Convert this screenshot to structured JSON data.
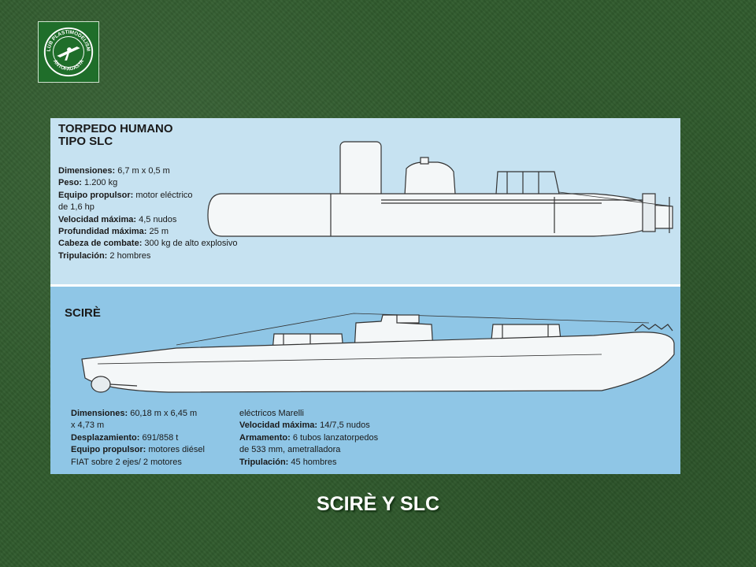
{
  "logo": {
    "ring_text_top": "CLUB PLASTIMODELISMO",
    "ring_text_bottom": "ANTOFAGASTA"
  },
  "slc": {
    "title_line1": "TORPEDO HUMANO",
    "title_line2": "TIPO SLC",
    "specs": [
      {
        "k": "Dimensiones:",
        "v": " 6,7 m x 0,5 m"
      },
      {
        "k": "Peso:",
        "v": " 1.200 kg"
      },
      {
        "k": "Equipo propulsor:",
        "v": " motor eléctrico"
      },
      {
        "k": "",
        "v": "de 1,6 hp"
      },
      {
        "k": "Velocidad máxima:",
        "v": " 4,5 nudos"
      },
      {
        "k": "Profundidad máxima:",
        "v": " 25 m"
      },
      {
        "k": "Cabeza de combate:",
        "v": " 300 kg de alto explosivo"
      },
      {
        "k": "Tripulación:",
        "v": " 2 hombres"
      }
    ]
  },
  "scire": {
    "title": "SCIRÈ",
    "specs_left": [
      {
        "k": "Dimensiones:",
        "v": " 60,18 m x 6,45 m"
      },
      {
        "k": "",
        "v": "x 4,73 m"
      },
      {
        "k": "Desplazamiento:",
        "v": " 691/858 t"
      },
      {
        "k": "Equipo propulsor:",
        "v": " motores diésel"
      },
      {
        "k": "",
        "v": "FIAT sobre 2 ejes/ 2 motores"
      }
    ],
    "specs_right": [
      {
        "k": "",
        "v": "eléctricos Marelli"
      },
      {
        "k": "Velocidad máxima:",
        "v": " 14/7,5 nudos"
      },
      {
        "k": "Armamento:",
        "v": " 6 tubos lanzatorpedos"
      },
      {
        "k": "",
        "v": "de 533 mm, ametralladora"
      },
      {
        "k": "Tripulación:",
        "v": " 45 hombres"
      }
    ]
  },
  "caption": "SCIRÈ Y SLC",
  "colors": {
    "background": "#2f5a2c",
    "panel_top": "#c6e2f1",
    "panel_bottom": "#8fc6e6",
    "logo": "#1f6e2a"
  }
}
